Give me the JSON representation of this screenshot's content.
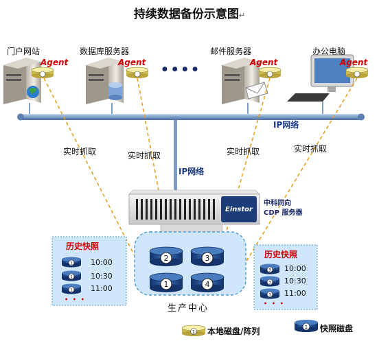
{
  "title": "持续数据备份示意图",
  "title_mark": "↵",
  "nodes": {
    "portal": "门户网站",
    "db": "数据库服务器",
    "dots": "● ● ● ●",
    "mail": "邮件服务器",
    "office": "办公电脑"
  },
  "agent_label": "Agent",
  "network_label": "IP网络",
  "network_label2": "IP网络",
  "capture_label": "实时抓取",
  "server": {
    "logo_text": "Einstor",
    "name_line1": "中科同向",
    "name_line2": "CDP 服务器"
  },
  "center_label": "生产中心",
  "disks": {
    "d1": "1",
    "d2": "2",
    "d3": "3",
    "d4": "4"
  },
  "history": {
    "label": "历史快照",
    "times": [
      "10:00",
      "10:30",
      "11:00"
    ],
    "more": "• • •",
    "left_disk": "1",
    "right_disk": "3"
  },
  "legend": {
    "local_label": "本地磁盘/阵列",
    "snapshot_label": "快照磁盘",
    "local_disk": "1",
    "snapshot_disk": "1"
  },
  "colors": {
    "network": "#7a9cc6",
    "dashed": "#e8a020",
    "disk_gold": "#e8d877",
    "disk_blue": "#1f4a8a",
    "panel": "#cfe6fb",
    "history_label": "#d40000"
  }
}
